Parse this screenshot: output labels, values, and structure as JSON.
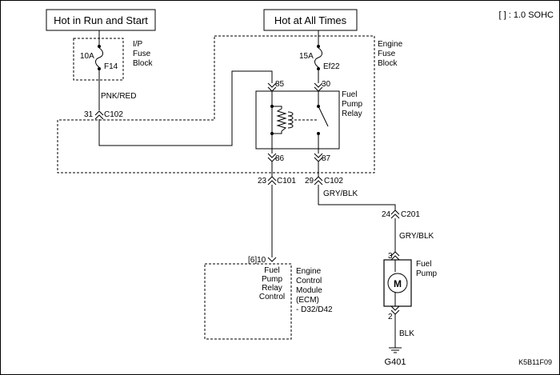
{
  "header": {
    "left_box": "Hot in Run and Start",
    "right_box": "Hot at All Times",
    "note": "[ ] : 1.0 SOHC"
  },
  "ip_fuse_block": {
    "fuse_rating": "10A",
    "fuse_id": "F14",
    "label_line1": "I/P",
    "label_line2": "Fuse",
    "label_line3": "Block"
  },
  "engine_fuse_block": {
    "fuse_rating": "15A",
    "fuse_id": "Ef22",
    "label_line1": "Engine",
    "label_line2": "Fuse",
    "label_line3": "Block"
  },
  "wires": {
    "pnk_red": "PNK/RED",
    "gry_blk_1": "GRY/BLK",
    "gry_blk_2": "GRY/BLK",
    "blk": "BLK"
  },
  "connectors": {
    "c102_left_pin": "31",
    "c102_left": "C102",
    "c101_pin": "23",
    "c101": "C101",
    "c102_right_pin": "29",
    "c102_right": "C102",
    "c201_pin": "24",
    "c201": "C201"
  },
  "relay": {
    "label_line1": "Fuel",
    "label_line2": "Pump",
    "label_line3": "Relay",
    "pin_85": "85",
    "pin_30": "30",
    "pin_86": "86",
    "pin_87": "87"
  },
  "ecm": {
    "pin": "[6]10",
    "signal_line1": "Fuel",
    "signal_line2": "Pump",
    "signal_line3": "Relay",
    "signal_line4": "Control",
    "label_line1": "Engine",
    "label_line2": "Control",
    "label_line3": "Module",
    "label_line4": "(ECM)",
    "label_line5": "- D32/D42"
  },
  "fuel_pump": {
    "pin_top": "3",
    "pin_bottom": "2",
    "label_line1": "Fuel",
    "label_line2": "Pump",
    "motor_symbol": "M"
  },
  "ground": {
    "id": "G401"
  },
  "figure_id": "K5B11F09"
}
